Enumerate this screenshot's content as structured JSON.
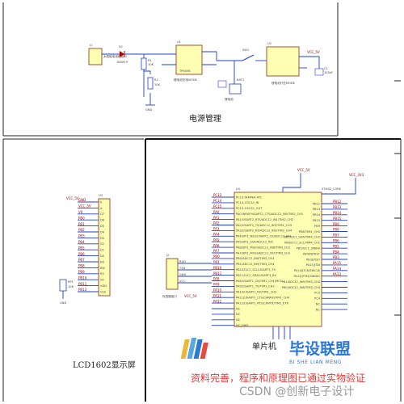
{
  "sections": {
    "power": {
      "title": "电源管理",
      "input_label": "太阳能电池板接口",
      "charge_label": "锂电池充电MODE",
      "switch_label": "SW1",
      "battery_label": "BAT1",
      "battery_sub": "锂电池",
      "boost_label": "锂电池升压MODE",
      "input_ref": "J1",
      "diode_ref": "D1",
      "diode_part": "1N5819",
      "charger_ref": "U1",
      "charger_part": "TP4056",
      "boost_ref": "U2",
      "boost_out": "VCC_5V",
      "r1": "R1",
      "r1_val": "10K",
      "r2": "R2",
      "r2_val": "10K",
      "gnd": "GND",
      "cap": "C1",
      "cap_val": "100uF"
    },
    "lcd": {
      "title": "LCD1602显示屏",
      "ref": "U3",
      "vcc": "VCC_5V",
      "pin_nets": [
        "GND",
        "VCC_5V",
        "V0",
        "PB0",
        "PB1",
        "PB2",
        "PB3",
        "PB4",
        "PB5",
        "PB6",
        "PB7",
        "PB8",
        "PB9",
        "PB10",
        "PB11",
        "PB12"
      ],
      "pin_names": [
        "K",
        "A",
        "D7",
        "D6",
        "D5",
        "D4",
        "D3",
        "D2",
        "D1",
        "D0",
        "EN",
        "RW",
        "RS",
        "V0",
        "VDD",
        "VSS"
      ],
      "pot_ref": "RP1",
      "pot_val": "10K",
      "gnd": "GND"
    },
    "mcu": {
      "label": "单片机",
      "vcc": "VCC_5V",
      "vcc33": "VCC_3V3",
      "ref": "U4",
      "part": "STM32_CORE",
      "left_nets": [
        "PC13",
        "PC14",
        "PC15",
        "PA0",
        "PA1",
        "PA2",
        "PA3",
        "PA4",
        "PA5",
        "PA6",
        "PA7",
        "PB0",
        "PB1",
        "PB10",
        "PB11",
        "PA8",
        "PA9",
        "PA10",
        "PA11",
        "PA12"
      ],
      "left_pins": [
        "PC13-TAMPER-RTC",
        "PC14-OSC32_IN",
        "PC15-OSC32_OUT",
        "PA0-WKUP/USART2_CTS/ADC12_IN0/TIM2_CH1",
        "PA1/USART2_RTS/ADC12_IN1/TIM2_CH2",
        "PA2/USART2_TX/ADC12_IN2/TIM2_CH3",
        "PA3/USART2_RX/ADC12_IN3/TIM2_CH4",
        "PA4/SPI1_NSS/USART2_CK/ADC12_IN4",
        "PA5/SPI1_SCK/ADC12_IN5",
        "PA6/SPI1_MISO/ADC12_IN6/TIM3_CH1",
        "PA7/SPI1_MOSI/ADC12_IN7/TIM3_CH2",
        "PB0/ADC12_IN8/TIM3_CH3",
        "PB1/ADC12_IN9/TIM3_CH4",
        "PB10/I2C2_SCL/USART3_TX",
        "PB11/I2C2_SDA/USART3_RX",
        "PA8/USART1_CK/TIM1_CH1/MCO",
        "PA9/USART1_TX/TIM1_CH2",
        "PA10/USART1_RX/TIM1_CH3",
        "PA11/USART1_CTS/CANRX/TIM1_CH4",
        "PA12/USART1_RTS/CANTX/TIM1_ETR",
        "NC",
        "NC",
        "NC",
        "NC_GND"
      ],
      "right_nets": [
        "PB12",
        "PB13",
        "PB14",
        "PB15",
        "PB9",
        "PB8",
        "PB7",
        "PB6",
        "PB5",
        "PB4",
        "PB3",
        "PA15",
        "PA14",
        "PA13"
      ],
      "right_pins": [
        "PB12",
        "PB13",
        "PB14",
        "PB15",
        "PB9",
        "PB8/TIM4_CH3",
        "PB7/I2C1_SDA/TIM4_CH2",
        "PB6/I2C1_SCL/TIM4_CH1",
        "PB5/I2C1_SMBAI",
        "PB4/NJTRST",
        "PB3/JTDO",
        "PA15/JTDI",
        "PA14/JTCK/SWCLK",
        "PA13/JTMS/SWDIO",
        "PB1/ADC12_IN9/TIM3_CH4",
        "PB0/ADC12_IN8/TIM3_CH3",
        "PC5",
        "PC4",
        "NC",
        "NC"
      ],
      "connector_ref": "J2",
      "connector_label": "传感器接口",
      "conn_pins": [
        "RXD",
        "TXD",
        "GND",
        "VCC"
      ],
      "conn_net": "VCC_5V"
    }
  },
  "watermark": {
    "brand": "毕设联盟",
    "brand_sub": "BI SHE LIAN MENG",
    "notice": "资料完善，程序和原理图已通过实物验证",
    "csdn": "CSDN @创新电子设计"
  },
  "colors": {
    "wire": "#1f3fd0",
    "chip_fill": "#ffffb4",
    "chip_border": "#8a2a0a",
    "net_label": "#a00000",
    "brand_blue": "#2b78d6",
    "notice_red": "#e03c3c"
  }
}
